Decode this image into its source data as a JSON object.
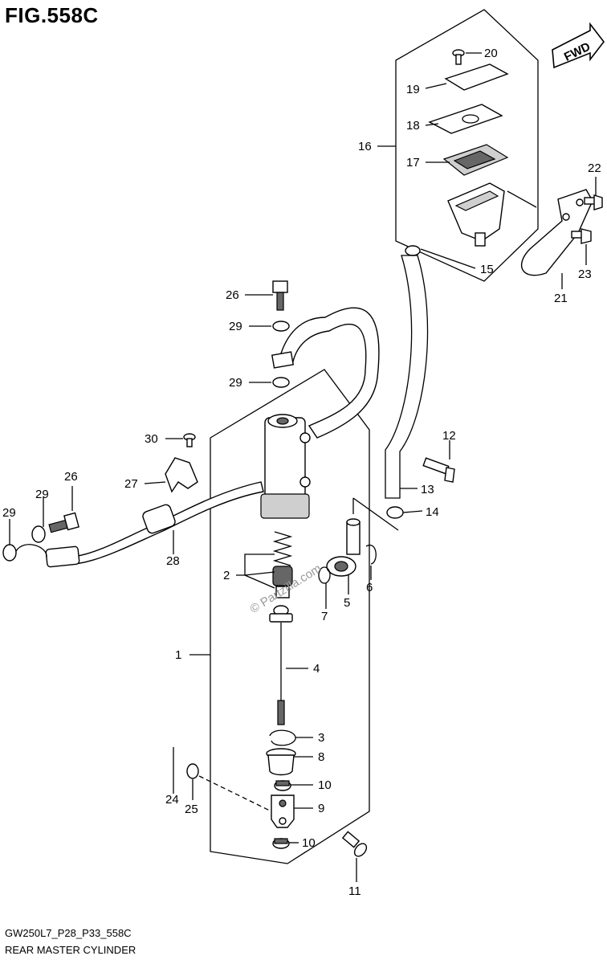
{
  "figure": {
    "title": "FIG.558C",
    "code": "GW250L7_P28_P33_558C",
    "name": "REAR MASTER CYLINDER",
    "fwd_label": "FWD",
    "watermark": "© Partzilla.com"
  },
  "callouts": [
    {
      "id": "c20",
      "label": "20"
    },
    {
      "id": "c19",
      "label": "19"
    },
    {
      "id": "c18",
      "label": "18"
    },
    {
      "id": "c16",
      "label": "16"
    },
    {
      "id": "c17",
      "label": "17"
    },
    {
      "id": "c22",
      "label": "22"
    },
    {
      "id": "c23",
      "label": "23"
    },
    {
      "id": "c21",
      "label": "21"
    },
    {
      "id": "c15",
      "label": "15"
    },
    {
      "id": "c26a",
      "label": "26"
    },
    {
      "id": "c29a",
      "label": "29"
    },
    {
      "id": "c29b",
      "label": "29"
    },
    {
      "id": "c30",
      "label": "30"
    },
    {
      "id": "c12",
      "label": "12"
    },
    {
      "id": "c27",
      "label": "27"
    },
    {
      "id": "c26b",
      "label": "26"
    },
    {
      "id": "c29c",
      "label": "29"
    },
    {
      "id": "c29d",
      "label": "29"
    },
    {
      "id": "c13",
      "label": "13"
    },
    {
      "id": "c14",
      "label": "14"
    },
    {
      "id": "c28",
      "label": "28"
    },
    {
      "id": "c2",
      "label": "2"
    },
    {
      "id": "c6",
      "label": "6"
    },
    {
      "id": "c7",
      "label": "7"
    },
    {
      "id": "c5",
      "label": "5"
    },
    {
      "id": "c1",
      "label": "1"
    },
    {
      "id": "c4",
      "label": "4"
    },
    {
      "id": "c3",
      "label": "3"
    },
    {
      "id": "c8",
      "label": "8"
    },
    {
      "id": "c24",
      "label": "24"
    },
    {
      "id": "c25",
      "label": "25"
    },
    {
      "id": "c10a",
      "label": "10"
    },
    {
      "id": "c9",
      "label": "9"
    },
    {
      "id": "c10b",
      "label": "10"
    },
    {
      "id": "c11",
      "label": "11"
    }
  ]
}
